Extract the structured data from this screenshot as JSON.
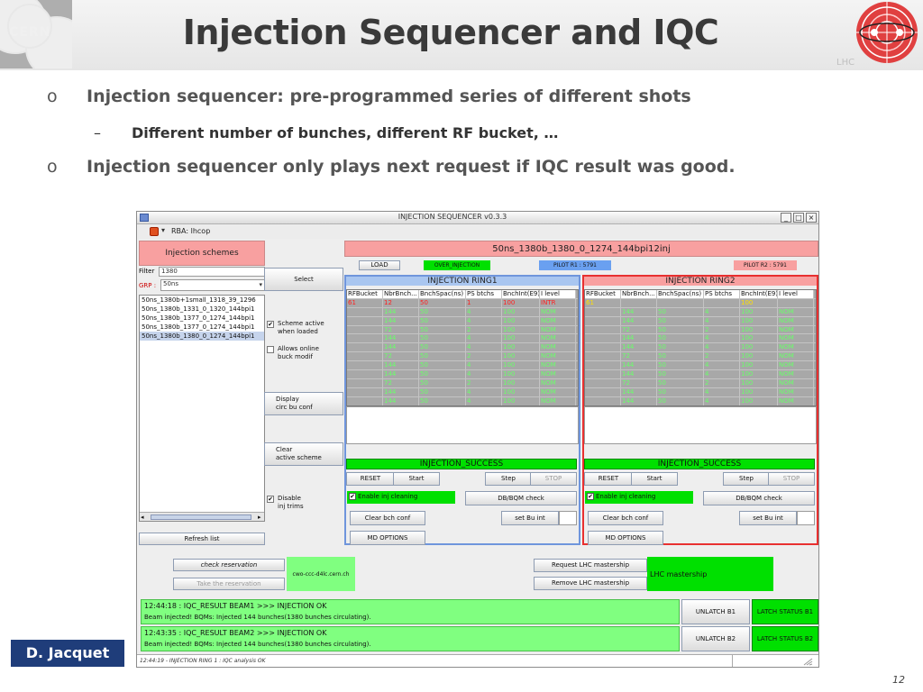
{
  "slide": {
    "title": "Injection Sequencer and IQC",
    "cern_logo_text": "CERN",
    "lhc_logo_text": "LHC",
    "bullets": [
      {
        "marker": "o",
        "text": "Injection sequencer: pre-programmed series of different shots"
      },
      {
        "marker": "–",
        "text": "Different number of bunches, different RF bucket, …"
      },
      {
        "marker": "o",
        "text": "Injection sequencer only plays next request if IQC result was good."
      }
    ],
    "author": "D. Jacquet",
    "page_number": "12"
  },
  "app": {
    "window_title": "INJECTION SEQUENCER v0.3.3",
    "window_controls": [
      "_",
      "□",
      "×"
    ],
    "rba_arrow": "▾",
    "rba_label": "RBA: lhcop",
    "left_panel": {
      "title": "Injection schemes",
      "filter_label": "Filter",
      "filter_value": "1380",
      "grp_label": "GRP :",
      "grp_value": "50ns",
      "dropdown_arrow": "▾",
      "schemes": [
        "50ns_1380b+1small_1318_39_1296",
        "50ns_1380b_1331_0_1320_144bpi1",
        "50ns_1380b_1377_0_1274_144bpi1",
        "50ns_1380b_1377_0_1274_144bpi1",
        "50ns_1380b_1380_0_1274_144bpi1"
      ],
      "selected_index": 4,
      "scroll_left": "◂",
      "scroll_right": "▸",
      "refresh_label": "Refresh list"
    },
    "middle": {
      "select_label": "Select",
      "scheme_active_label": "Scheme active\nwhen loaded",
      "allows_online_label": "Allows online\nbuck modif",
      "display_circ_label": "Display\ncirc bu conf",
      "clear_active_label": "Clear\nactive scheme",
      "disable_trims_label": "Disable\ninj trims",
      "check_mark": "✔"
    },
    "top": {
      "scheme_name": "50ns_1380b_1380_0_1274_144bpi12inj",
      "load_label": "LOAD",
      "over_injection_label": "OVER_INJECTION",
      "pilot_r1_label": "PILOT R1 : 5791",
      "pilot_r2_label": "PILOT R2 : 5791"
    },
    "ring1": {
      "title": "INJECTION RING1",
      "columns": [
        "RFBucket",
        "NbrBnch...",
        "BnchSpac(ns)",
        "PS btchs",
        "BnchInt(E9)",
        "I level"
      ],
      "rows": [
        [
          "61",
          "12",
          "50",
          "1",
          "100",
          "INTR"
        ],
        [
          "",
          "144",
          "50",
          "4",
          "100",
          "NOM"
        ],
        [
          "",
          "144",
          "50",
          "4",
          "100",
          "NOM"
        ],
        [
          "",
          "72",
          "50",
          "2",
          "100",
          "NOM"
        ],
        [
          "",
          "144",
          "50",
          "4",
          "100",
          "NOM"
        ],
        [
          "",
          "144",
          "50",
          "4",
          "100",
          "NOM"
        ],
        [
          "",
          "72",
          "50",
          "2",
          "100",
          "NOM"
        ],
        [
          "",
          "144",
          "50",
          "4",
          "100",
          "NOM"
        ],
        [
          "",
          "144",
          "50",
          "4",
          "100",
          "NOM"
        ],
        [
          "",
          "72",
          "50",
          "2",
          "100",
          "NOM"
        ],
        [
          "",
          "144",
          "50",
          "4",
          "100",
          "NOM"
        ],
        [
          "",
          "144",
          "50",
          "4",
          "100",
          "NOM"
        ]
      ],
      "status": "INJECTION_SUCCESS",
      "reset_label": "RESET",
      "start_label": "Start",
      "step_label": "Step",
      "stop_label": "STOP",
      "enable_cleaning_label": "Enable inj cleaning",
      "dbbqm_label": "DB/BQM check",
      "clear_bch_label": "Clear bch conf",
      "set_bu_label": "set Bu int",
      "md_options_label": "MD OPTIONS"
    },
    "ring2": {
      "title": "INJECTION RING2",
      "columns": [
        "RFBucket",
        "NbrBnch...",
        "BnchSpac(ns)",
        "PS btchs",
        "BnchInt(E9)",
        "I level"
      ],
      "rows": [
        [
          "61",
          "",
          "",
          "",
          "100",
          ""
        ],
        [
          "",
          "144",
          "50",
          "4",
          "100",
          "NOM"
        ],
        [
          "",
          "144",
          "50",
          "4",
          "100",
          "NOM"
        ],
        [
          "",
          "72",
          "50",
          "2",
          "100",
          "NOM"
        ],
        [
          "",
          "144",
          "50",
          "4",
          "100",
          "NOM"
        ],
        [
          "",
          "144",
          "50",
          "4",
          "100",
          "NOM"
        ],
        [
          "",
          "72",
          "50",
          "2",
          "100",
          "NOM"
        ],
        [
          "",
          "144",
          "50",
          "4",
          "100",
          "NOM"
        ],
        [
          "",
          "144",
          "50",
          "4",
          "100",
          "NOM"
        ],
        [
          "",
          "72",
          "50",
          "2",
          "100",
          "NOM"
        ],
        [
          "",
          "144",
          "50",
          "4",
          "100",
          "NOM"
        ],
        [
          "",
          "144",
          "50",
          "4",
          "100",
          "NOM"
        ]
      ],
      "status": "INJECTION_SUCCESS",
      "reset_label": "RESET",
      "start_label": "Start",
      "step_label": "Step",
      "stop_label": "STOP",
      "enable_cleaning_label": "Enable inj cleaning",
      "dbbqm_label": "DB/BQM check",
      "clear_bch_label": "Clear bch conf",
      "set_bu_label": "set Bu int",
      "md_options_label": "MD OPTIONS"
    },
    "reservation": {
      "check_label": "check reservation",
      "take_label": "Take the reservation",
      "host": "cwo-ccc-d4lc.cern.ch"
    },
    "mastership": {
      "request_label": "Request LHC mastership",
      "remove_label": "Remove LHC mastership",
      "status": "LHC mastership"
    },
    "log": [
      {
        "line1": "12:44:18  : IQC_RESULT BEAM1  >>> INJECTION OK",
        "line2": "Beam injected! BQMs: Injected 144 bunches(1380 bunches circulating).",
        "unlatch": "UNLATCH B1",
        "latch": "LATCH STATUS B1"
      },
      {
        "line1": "12:43:35  : IQC_RESULT BEAM2  >>> INJECTION OK",
        "line2": "Beam injected! BQMs: Injected 144 bunches(1380 bunches circulating).",
        "unlatch": "UNLATCH B2",
        "latch": "LATCH STATUS B2"
      }
    ],
    "status_bar": "12:44:19 - INJECTION RING 1 : IQC analysis OK"
  },
  "colors": {
    "pink_header": "#f8a0a0",
    "blue_ring": "#6f95dc",
    "red_ring": "#e83030",
    "success_green": "#00e000",
    "light_green": "#80ff80",
    "pilot_blue": "#6aa0f0",
    "cell_green": "#6aff6a",
    "cell_red": "#ff2020",
    "cell_yellow": "#ffe000",
    "author_bg": "#1f3d7a"
  }
}
